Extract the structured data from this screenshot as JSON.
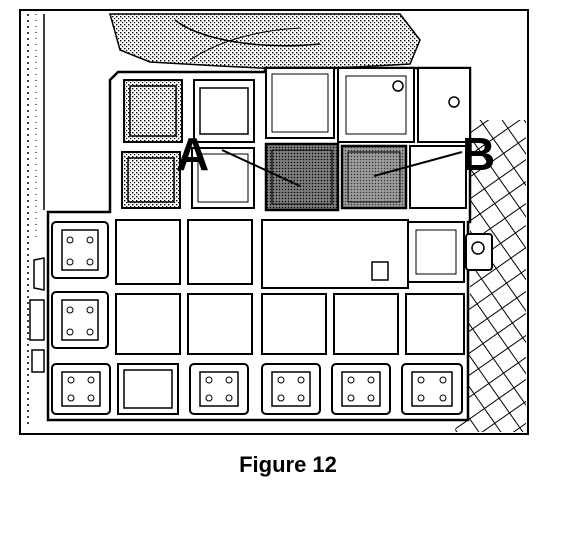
{
  "figure": {
    "caption": "Figure 12",
    "callouts": {
      "a": "A",
      "b": "B"
    },
    "colors": {
      "outline": "#000000",
      "background": "#ffffff",
      "highlight_a": "#6a6a6a",
      "highlight_b": "#8c8c8c"
    }
  }
}
